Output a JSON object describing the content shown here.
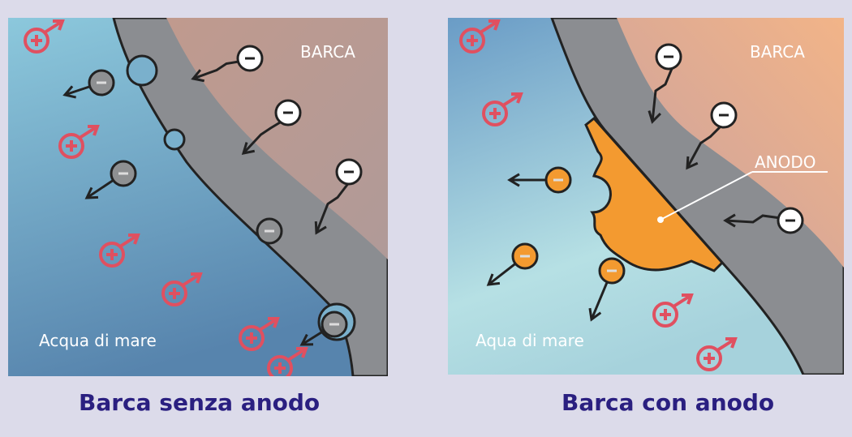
{
  "left_panel": {
    "boat_label": "BARCA",
    "water_label": "Acqua di mare",
    "caption": "Barca senza anodo"
  },
  "right_panel": {
    "boat_label": "BARCA",
    "water_label": "Aqua di mare",
    "anode_label": "ANODO",
    "caption": "Barca con anodo"
  },
  "colors": {
    "caption": "#2a1f80",
    "positive_ion": "#e05060",
    "anode": "#f39a30",
    "hull": "#8b8d91",
    "electron": "#ffffff"
  },
  "icons": {
    "positive_ion": "plus-ion-icon",
    "electron": "electron-minus-icon"
  }
}
